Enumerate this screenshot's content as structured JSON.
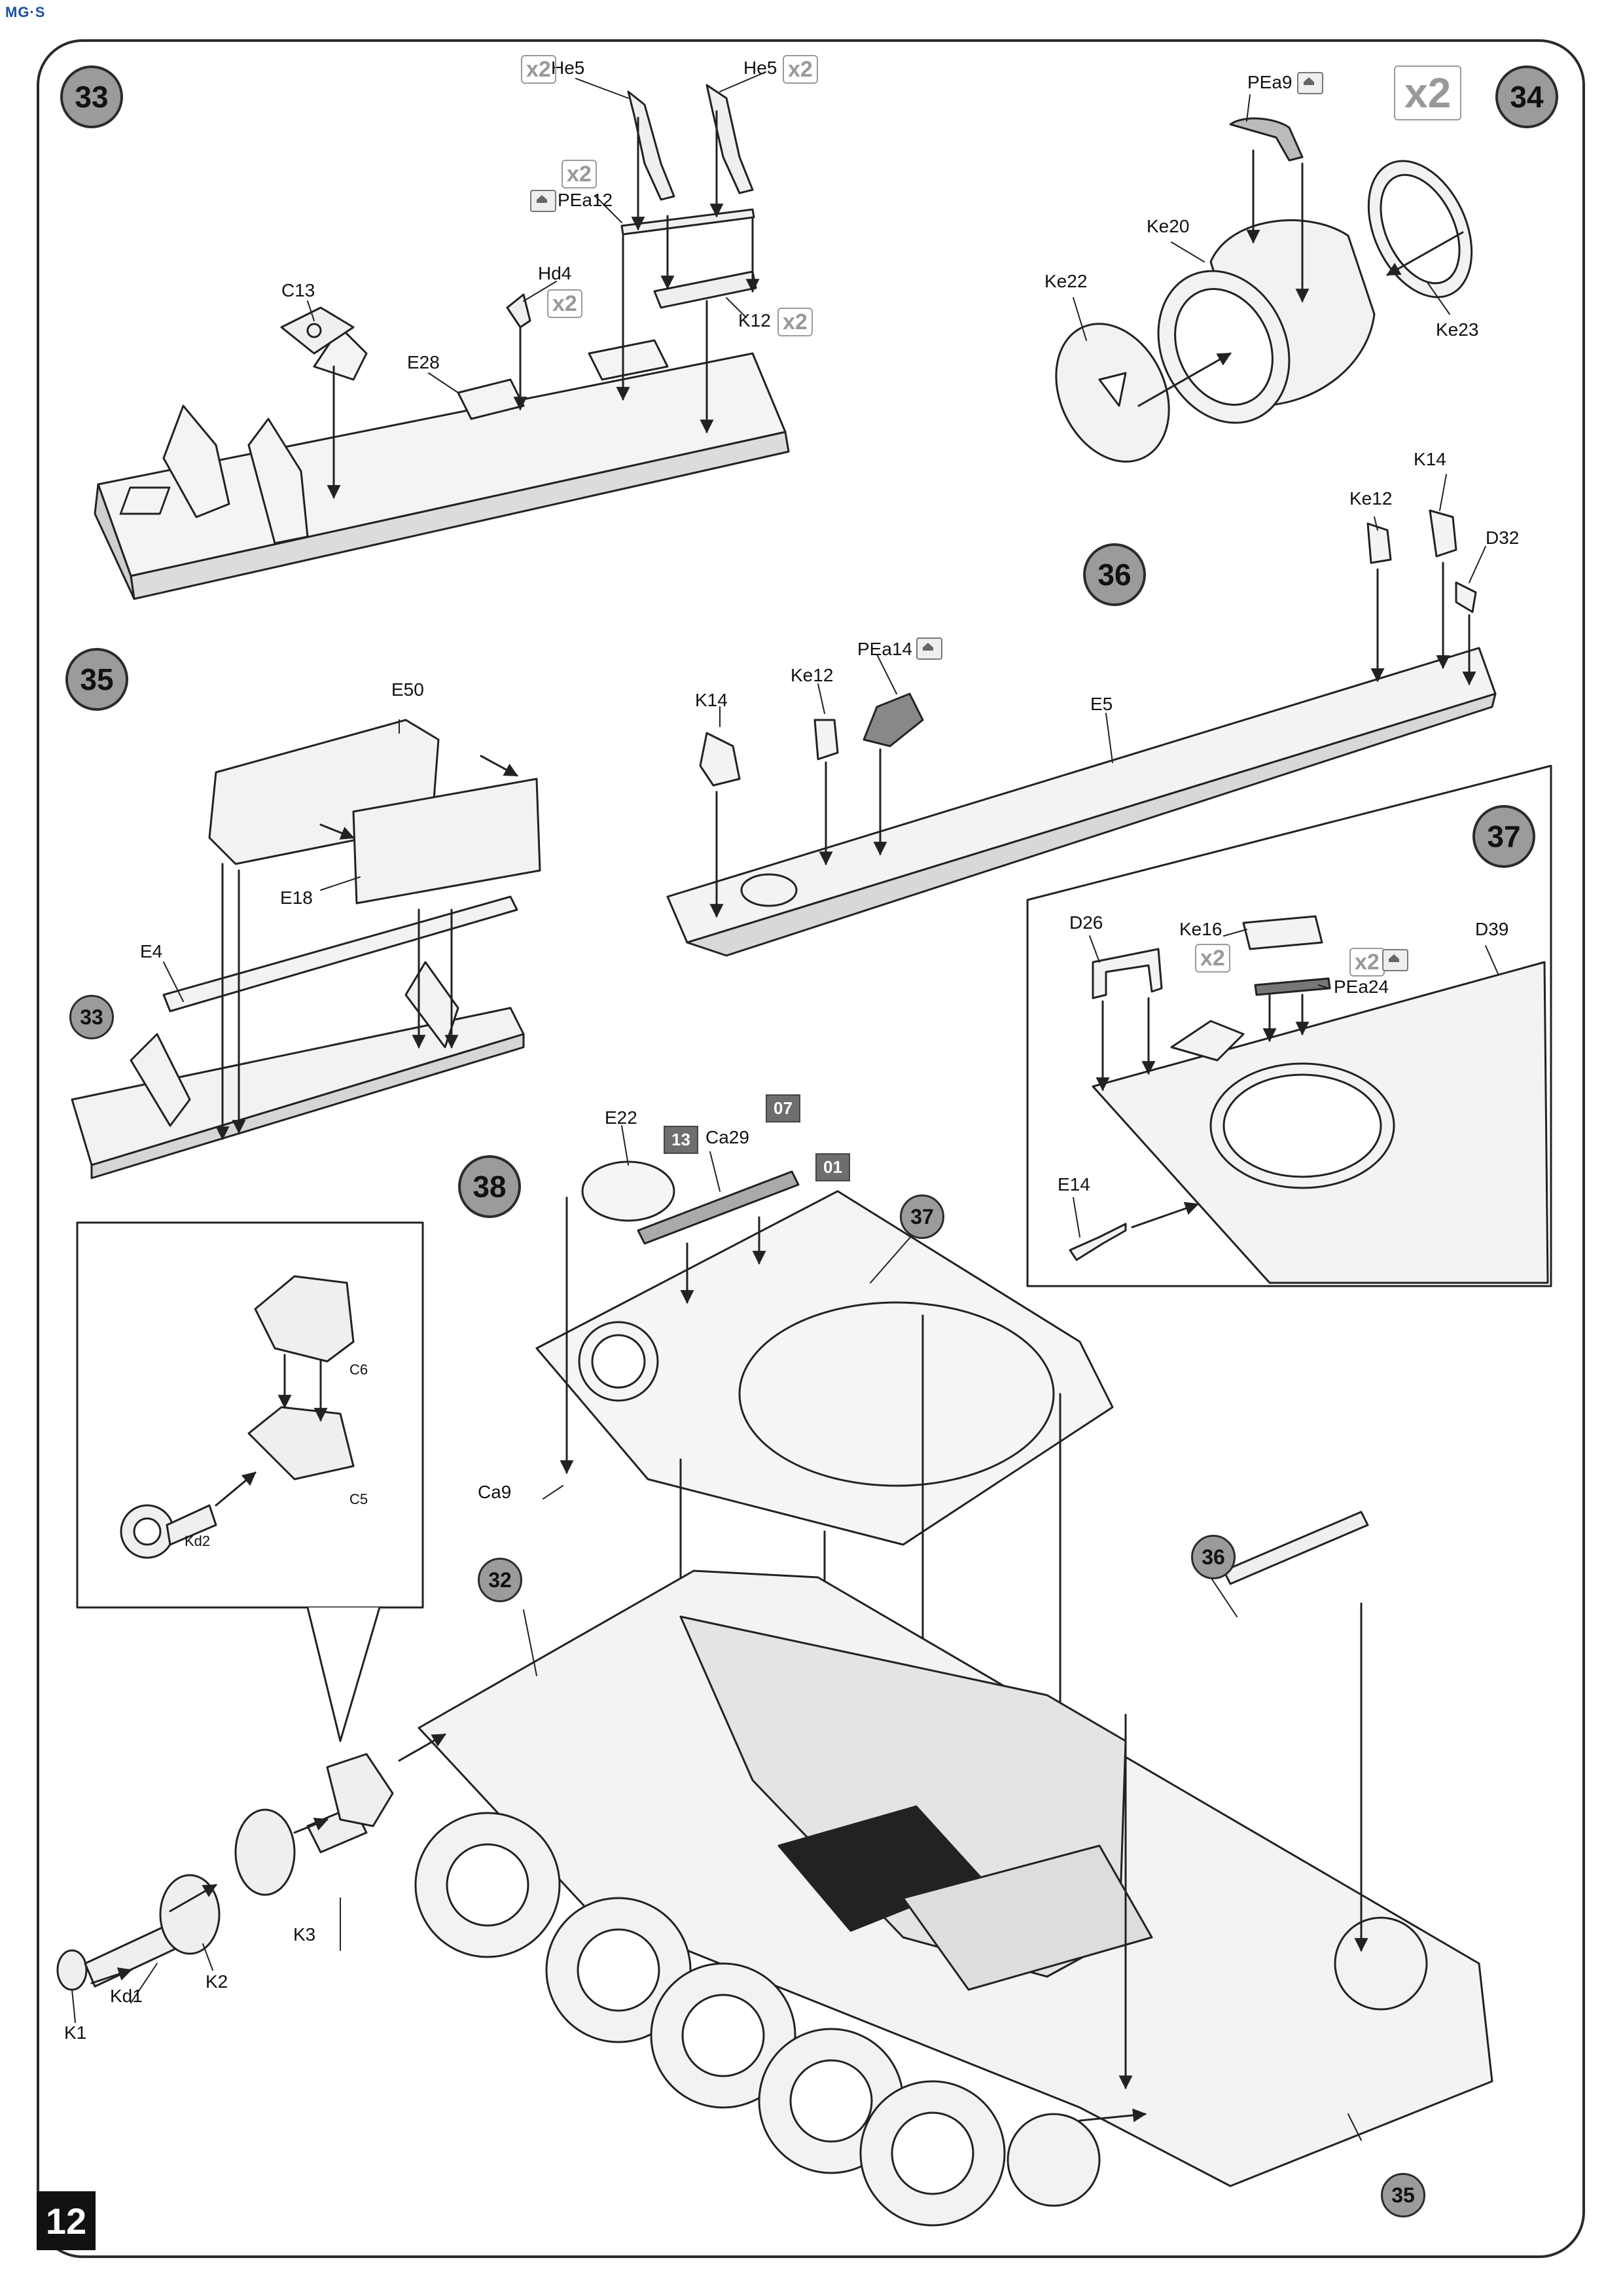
{
  "page": {
    "number": "12",
    "logo_text": "MG·S"
  },
  "steps": {
    "s33": "33",
    "s34": "34",
    "s35": "35",
    "s36": "36",
    "s37": "37",
    "s38": "38",
    "ref33": "33",
    "ref32": "32",
    "ref37": "37",
    "ref36": "36",
    "ref35": "35"
  },
  "labels": {
    "he5_left": "He5",
    "he5_right": "He5",
    "pea12": "PEa12",
    "c13": "C13",
    "hd4": "Hd4",
    "e28": "E28",
    "k12": "K12",
    "pea9": "PEa9",
    "ke20": "Ke20",
    "ke22": "Ke22",
    "ke23": "Ke23",
    "k14_right": "K14",
    "ke12_right": "Ke12",
    "d32": "D32",
    "e50": "E50",
    "e18": "E18",
    "e4": "E4",
    "pea14": "PEa14",
    "ke12_left": "Ke12",
    "k14_left": "K14",
    "e5": "E5",
    "d26": "D26",
    "ke16": "Ke16",
    "d39": "D39",
    "pea24": "PEa24",
    "e14": "E14",
    "e22": "E22",
    "ca29": "Ca29",
    "ca9": "Ca9",
    "c6": "C6",
    "c5": "C5",
    "kd2": "Kd2",
    "k3": "K3",
    "k2": "K2",
    "kd1": "Kd1",
    "k1": "K1"
  },
  "paint_badges": {
    "b13": "13",
    "b07": "07",
    "b01": "01"
  },
  "quantities": {
    "x2_he5_left": "x2",
    "x2_he5_right": "x2",
    "x2_pea12": "x2",
    "x2_hd4": "x2",
    "x2_k12": "x2",
    "x2_step34": "x2",
    "x2_ke16": "x2",
    "x2_pea24": "x2"
  }
}
